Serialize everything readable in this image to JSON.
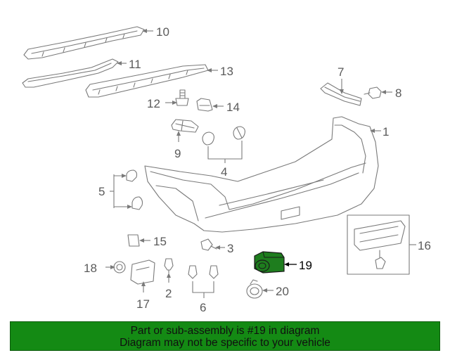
{
  "colors": {
    "banner_background": "#148a14",
    "highlight_part": "#1e7d1e",
    "line_art": "#7a7a7a",
    "callout_text": "#5a5a5a"
  },
  "callouts": {
    "c1": "1",
    "c2": "2",
    "c3": "3",
    "c4": "4",
    "c5": "5",
    "c6": "6",
    "c7": "7",
    "c8": "8",
    "c9": "9",
    "c10": "10",
    "c11": "11",
    "c12": "12",
    "c13": "13",
    "c14": "14",
    "c15": "15",
    "c16": "16",
    "c17": "17",
    "c18": "18",
    "c19": "19",
    "c20": "20"
  },
  "highlighted_part": "19",
  "banner": {
    "line1": "Part or sub-assembly is #19 in diagram",
    "line2": "Diagram may not be specific to your vehicle"
  }
}
